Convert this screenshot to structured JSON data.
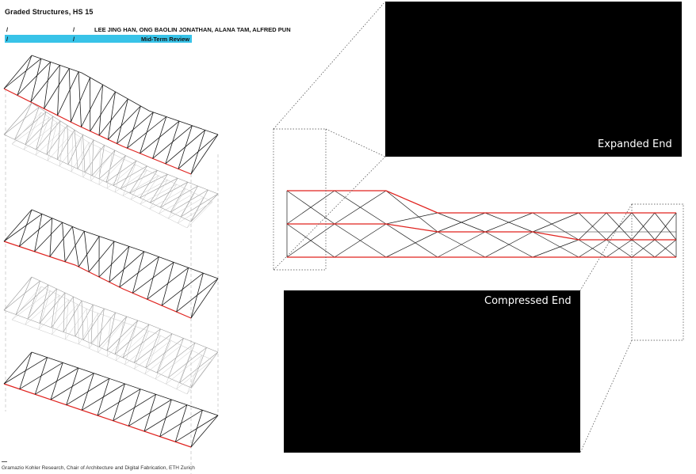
{
  "header": {
    "title": "Graded Structures, HS 15",
    "authors": "LEE JING HAN, ONG BAOLIN JONATHAN, ALANA TAM, ALFRED PUN",
    "slash": "/",
    "review": "Mid-Term Review"
  },
  "photos": {
    "expanded_label": "Expanded End",
    "compressed_label": "Compressed End"
  },
  "footer": {
    "credit": "Gramazio Kohler Research, Chair of Architecture and Digital Fabrication, ETH Zurich"
  },
  "colors": {
    "accent_bar": "#38c3e8",
    "edge_red": "#e0231f",
    "line_dark": "#1a1a1a",
    "line_grey": "#9a9a9a",
    "photo_bg": "#000000"
  }
}
